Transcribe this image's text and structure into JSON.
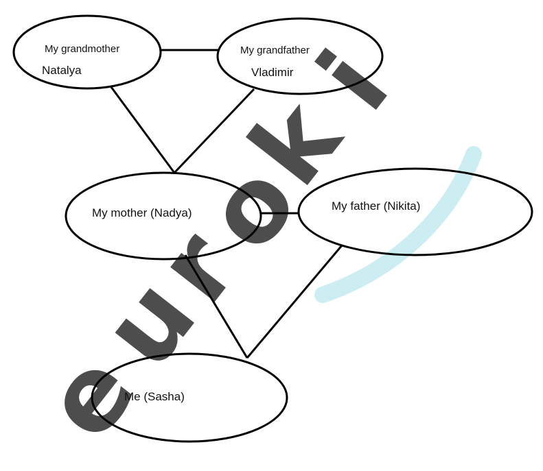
{
  "watermark": {
    "text": "euroki",
    "colors": {
      "e": "#c8c8c8",
      "u": "#c8c8c8",
      "r": "#c8c8c8",
      "o": "#fbe8a3",
      "k": "#f7c9cf",
      "i": "#c8c8c8",
      "swoosh": "#bfe8ee"
    }
  },
  "nodes": {
    "grandmother": {
      "line1": "My grandmother",
      "line2": "Natalya"
    },
    "grandfather": {
      "line1": "My grandfather",
      "line2": "Vladimir"
    },
    "mother": {
      "label": "My mother (Nadya)"
    },
    "father": {
      "label": "My father (Nikita)"
    },
    "me": {
      "label": "Me (Sasha)"
    }
  },
  "style": {
    "stroke": "#000000",
    "text": "#111111"
  }
}
